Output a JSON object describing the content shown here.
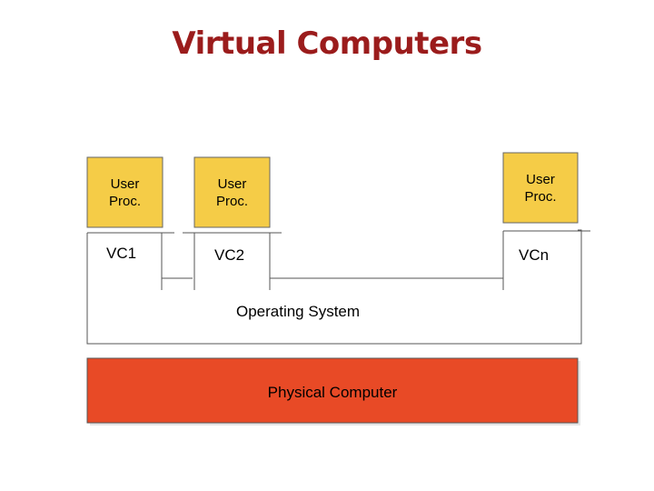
{
  "title": "Virtual Computers",
  "colors": {
    "title": "#9b1c1c",
    "user_proc_fill": "#f5cc47",
    "physical_fill": "#e84a26",
    "line": "#555555"
  },
  "user_procs": [
    {
      "line1": "User",
      "line2": "Proc."
    },
    {
      "line1": "User",
      "line2": "Proc."
    },
    {
      "line1": "User",
      "line2": "Proc."
    }
  ],
  "virtual_computers": [
    {
      "label": "VC1"
    },
    {
      "label": "VC2"
    },
    {
      "label": "VCn"
    }
  ],
  "operating_system_label": "Operating System",
  "physical_computer_label": "Physical Computer"
}
